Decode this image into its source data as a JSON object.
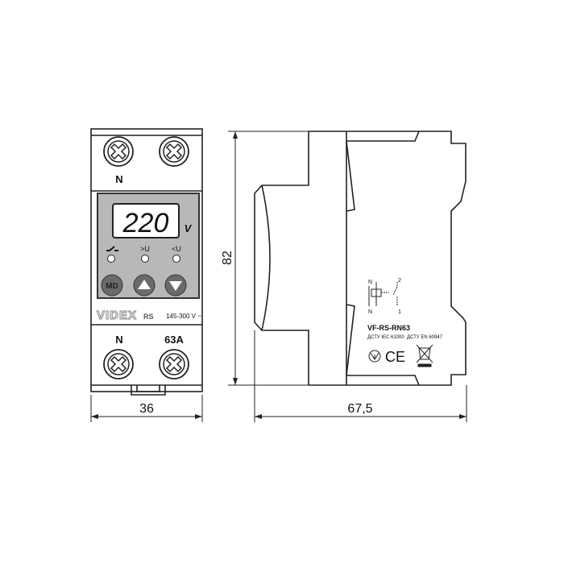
{
  "front": {
    "top_terminal_label": "N",
    "display_value": "220",
    "display_unit": "V",
    "led_labels": [
      "relay-symbol",
      ">U",
      "<U"
    ],
    "buttons": [
      "MD",
      "up",
      "down"
    ],
    "brand": "VIDEX",
    "brand_suffix": "RS",
    "voltage_range": "145-300 V ~",
    "bottom_terminal_labels": [
      "N",
      "63A"
    ]
  },
  "side": {
    "schematic_labels": {
      "left_top": "N",
      "left_bottom": "N",
      "right_top": "2",
      "right_bottom": "1"
    },
    "model": "VF-RS-RN63",
    "standards": [
      "ДСТУ IEC 61000",
      "ДСТУ EN 60947"
    ],
    "marks": [
      "ukrsepro-mark",
      "CE",
      "weee-bin"
    ]
  },
  "dimensions": {
    "width": "36",
    "height": "82",
    "depth": "67,5"
  },
  "colors": {
    "panel": "#b8b8b8",
    "button": "#6a6a6a",
    "brand": "#9a9a9a"
  }
}
